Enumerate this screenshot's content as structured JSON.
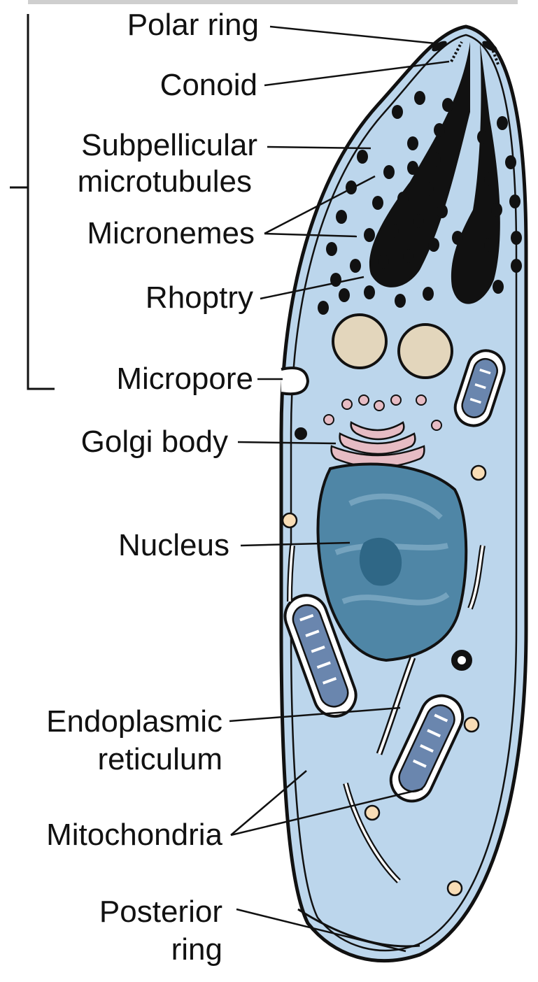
{
  "labels": {
    "polar_ring": "Polar ring",
    "conoid": "Conoid",
    "subpellicular_1": "Subpellicular",
    "subpellicular_2": "microtubules",
    "micronemes": "Micronemes",
    "rhoptry": "Rhoptry",
    "micropore": "Micropore",
    "golgi": "Golgi body",
    "nucleus": "Nucleus",
    "er_1": "Endoplasmic",
    "er_2": "reticulum",
    "mitochondria": "Mitochondria",
    "posterior_1": "Posterior",
    "posterior_2": "ring"
  },
  "colors": {
    "cytoplasm": "#bcd6ec",
    "outline": "#111111",
    "nucleus": "#4f86a6",
    "nucleolus": "#2f6786",
    "dense_granule": "#e3d6bc",
    "golgi": "#e6bcc4",
    "mito_inner": "#6a86ae",
    "lipid": "#f8ddb6"
  }
}
